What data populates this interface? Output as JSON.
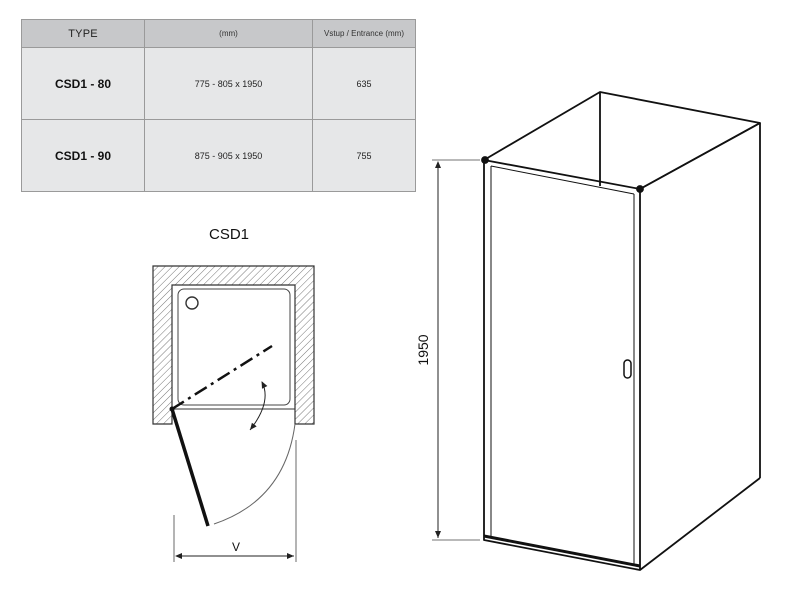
{
  "table": {
    "headers": [
      "TYPE",
      "(mm)",
      "Vstup / Entrance (mm)"
    ],
    "rows": [
      {
        "type": "CSD1 - 80",
        "size": "775 - 805 x 1950",
        "entrance": "635"
      },
      {
        "type": "CSD1 - 90",
        "size": "875 - 905 x 1950",
        "entrance": "755"
      }
    ]
  },
  "plan": {
    "title": "CSD1",
    "entrance_label": "V"
  },
  "elevation": {
    "height_label": "1950"
  }
}
